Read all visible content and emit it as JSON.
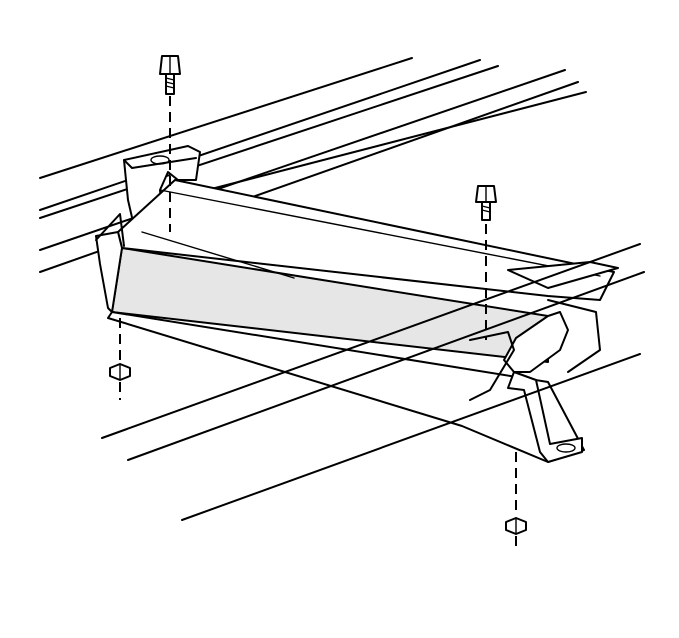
{
  "figure": {
    "background": "#ffffff",
    "line_color": "#000000",
    "parts": [
      "frame-rail",
      "cross-member",
      "mounting-bracket",
      "bolt",
      "nut"
    ]
  }
}
